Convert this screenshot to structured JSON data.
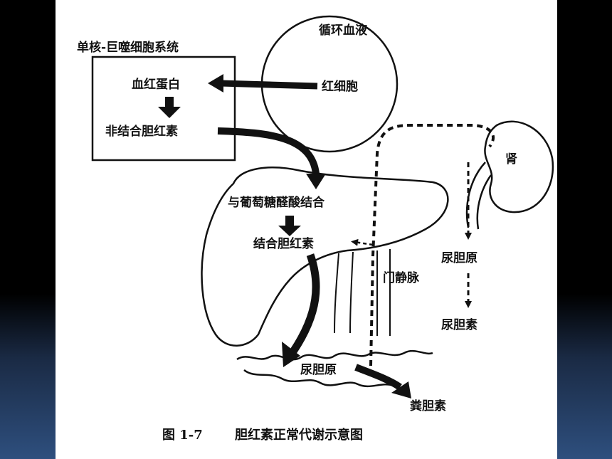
{
  "labels": {
    "circulation": "循环血液",
    "mps": "单核-巨噬细胞系统",
    "hemoglobin": "血红蛋白",
    "rbc": "红细胞",
    "unconjugated": "非结合胆红素",
    "kidney": "肾",
    "glucuronidation": "与葡萄糖醛酸结合",
    "conjugated": "结合胆红素",
    "urine_urobilinogen": "尿胆原",
    "portal_vein": "门静脉",
    "urobilin": "尿胆素",
    "gut_urobilinogen": "尿胆原",
    "stercobilin": "粪胆素"
  },
  "caption": {
    "figure_no": "图 1-7",
    "title": "胆红素正常代谢示意图"
  }
}
